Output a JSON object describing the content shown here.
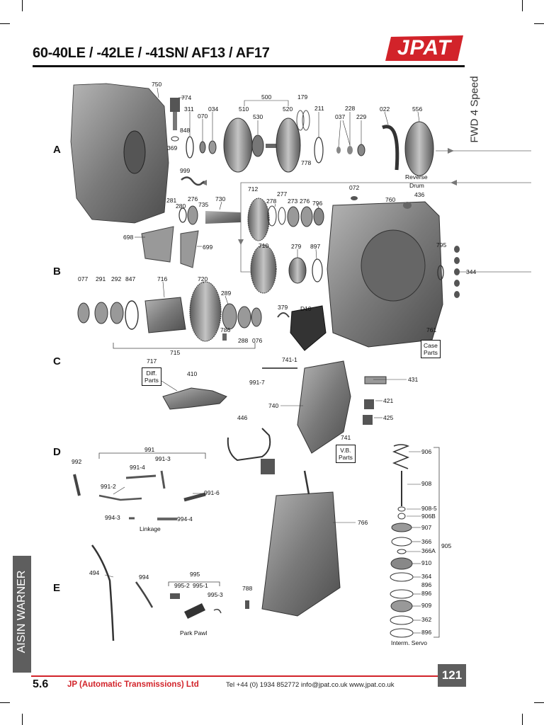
{
  "header": {
    "title": "60-40LE / -42LE / -41SN/ AF13 / AF17",
    "logo": "JPAT",
    "subtitle": "FWD 4 Speed"
  },
  "rows": [
    "A",
    "B",
    "C",
    "D",
    "E"
  ],
  "labels": {
    "750": "750",
    "774": "774",
    "311": "311",
    "070": "070",
    "034": "034",
    "500": "500",
    "179": "179",
    "510": "510",
    "530": "530",
    "520": "520",
    "211": "211",
    "228": "228",
    "037": "037",
    "229": "229",
    "022": "022",
    "556": "556",
    "848": "848",
    "369": "369",
    "778": "778",
    "999": "999",
    "712": "712",
    "277": "277",
    "278": "278",
    "273": "273",
    "276b": "276",
    "796": "796",
    "072": "072",
    "760": "760",
    "436": "436",
    "281": "281",
    "280": "280",
    "276": "276",
    "735": "735",
    "730": "730",
    "698": "698",
    "699": "699",
    "710": "710",
    "279": "279",
    "897": "897",
    "795": "795",
    "344": "344",
    "077": "077",
    "291": "291",
    "292": "292",
    "847": "847",
    "716": "716",
    "720": "720",
    "289": "289",
    "379": "379",
    "d10": "D10",
    "786": "786",
    "288": "288",
    "076": "076",
    "715": "715",
    "761": "761",
    "717": "717",
    "410": "410",
    "741_1": "741-1",
    "991_7": "991-7",
    "431": "431",
    "740": "740",
    "421": "421",
    "425": "425",
    "446": "446",
    "741": "741",
    "906": "906",
    "991": "991",
    "992": "992",
    "991_4": "991-4",
    "991_3": "991-3",
    "908": "908",
    "991_2": "991-2",
    "991_6": "991-6",
    "908_5": "908-5",
    "906b": "906B",
    "994_3": "994-3",
    "994_4": "994-4",
    "766": "766",
    "907": "907",
    "366": "366",
    "366a": "366A",
    "905": "905",
    "910": "910",
    "494": "494",
    "994": "994",
    "995": "995",
    "364": "364",
    "896a": "896",
    "995_2": "995-2",
    "995_1": "995-1",
    "896b": "896",
    "995_3": "995-3",
    "788": "788",
    "909": "909",
    "362": "362",
    "896c": "896"
  },
  "captions": {
    "reverse_drum_1": "Reverse",
    "reverse_drum_2": "Drum",
    "linkage": "Linkage",
    "park_pawl": "Park Pawl",
    "interm_servo": "Interm. Servo"
  },
  "boxes": {
    "case_parts_1": "Case",
    "case_parts_2": "Parts",
    "diff_parts_1": "Diff.",
    "diff_parts_2": "Parts",
    "vb_parts_1": "V.B.",
    "vb_parts_2": "Parts"
  },
  "side_band": "AISIN WARNER",
  "footer": {
    "section": "5.6",
    "company": "JP (Automatic Transmissions) Ltd",
    "contact": "Tel +44 (0) 1934 852772   info@jpat.co.uk   www.jpat.co.uk",
    "page": "121"
  },
  "colors": {
    "accent": "#d2232a",
    "band": "#5e5e5e",
    "parts": "#8a8a8a"
  }
}
